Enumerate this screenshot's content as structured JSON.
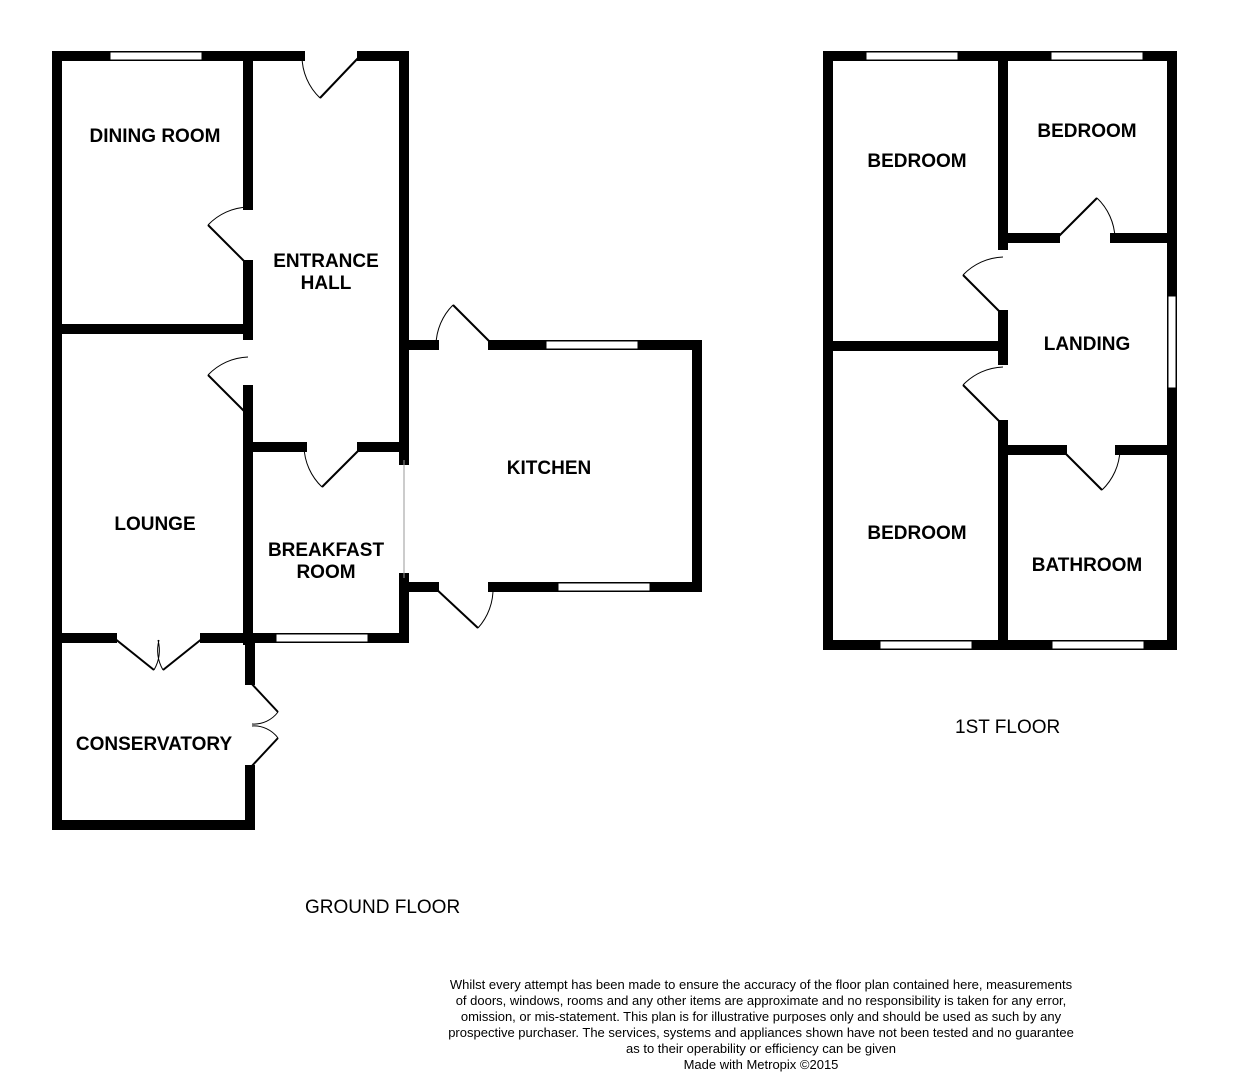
{
  "ground_floor": {
    "title": "GROUND FLOOR",
    "rooms": {
      "dining_room": "DINING ROOM",
      "entrance_hall_line1": "ENTRANCE",
      "entrance_hall_line2": "HALL",
      "lounge": "LOUNGE",
      "breakfast_room_line1": "BREAKFAST",
      "breakfast_room_line2": "ROOM",
      "kitchen": "KITCHEN",
      "conservatory": "CONSERVATORY"
    }
  },
  "first_floor": {
    "title": "1ST FLOOR",
    "rooms": {
      "bedroom_1": "BEDROOM",
      "bedroom_2": "BEDROOM",
      "bedroom_3": "BEDROOM",
      "landing": "LANDING",
      "bathroom": "BATHROOM"
    }
  },
  "disclaimer": {
    "lines": [
      "Whilst every attempt has been made to ensure the accuracy of the floor plan contained here, measurements",
      "of doors, windows, rooms and any other items are approximate and no responsibility is taken for any error,",
      "omission, or mis-statement. This plan is for illustrative purposes only and should be used as such by any",
      "prospective purchaser. The services, systems and appliances shown have not been tested and no guarantee",
      "as to their operability or efficiency can be given"
    ],
    "credit": "Made with Metropix ©2015"
  }
}
